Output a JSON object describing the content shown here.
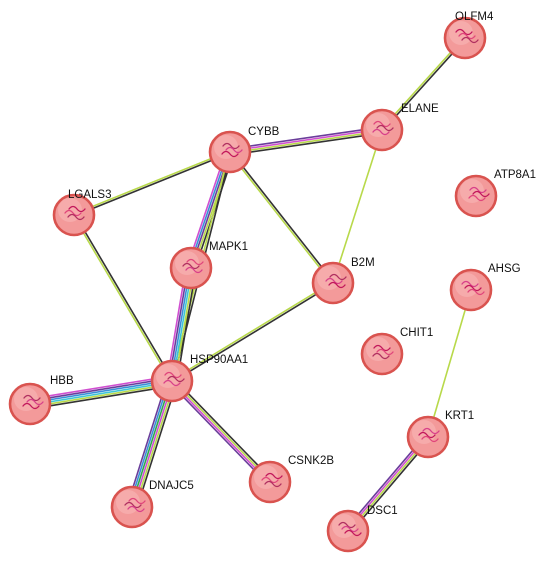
{
  "network": {
    "colors": {
      "node_fill": "#f39a9a",
      "node_stroke": "#d9534f",
      "label_text": "#111111",
      "edge_black": "#333333",
      "edge_yellow_green": "#b8d94a",
      "edge_magenta": "#d04fd0",
      "edge_purple": "#6a3d9a",
      "edge_blue": "#3a8fd8",
      "edge_cyan": "#3ec5d6",
      "edge_green": "#2fa84f"
    },
    "nodes": [
      {
        "id": "OLFM4",
        "label": "OLFM4",
        "structure": "protein-structure-ribbon"
      },
      {
        "id": "ELANE",
        "label": "ELANE",
        "structure": "protein-structure-ribbon"
      },
      {
        "id": "CYBB",
        "label": "CYBB",
        "structure": "protein-structure-ribbon"
      },
      {
        "id": "ATP8A1",
        "label": "ATP8A1",
        "structure": "protein-structure-ribbon"
      },
      {
        "id": "LGALS3",
        "label": "LGALS3",
        "structure": "protein-structure-ribbon"
      },
      {
        "id": "MAPK1",
        "label": "MAPK1",
        "structure": "protein-structure-ribbon"
      },
      {
        "id": "B2M",
        "label": "B2M",
        "structure": "protein-structure-ribbon"
      },
      {
        "id": "AHSG",
        "label": "AHSG",
        "structure": "protein-structure-ribbon"
      },
      {
        "id": "CHIT1",
        "label": "CHIT1",
        "structure": "protein-structure-ribbon"
      },
      {
        "id": "HSP90AA1",
        "label": "HSP90AA1",
        "structure": "protein-structure-ribbon"
      },
      {
        "id": "HBB",
        "label": "HBB",
        "structure": "protein-structure-ribbon"
      },
      {
        "id": "KRT1",
        "label": "KRT1",
        "structure": "protein-structure-ribbon"
      },
      {
        "id": "CSNK2B",
        "label": "CSNK2B",
        "structure": "protein-structure-ribbon"
      },
      {
        "id": "DNAJC5",
        "label": "DNAJC5",
        "structure": "protein-structure-ribbon"
      },
      {
        "id": "DSC1",
        "label": "DSC1",
        "structure": "protein-structure-ribbon"
      }
    ],
    "edges": [
      {
        "source": "OLFM4",
        "target": "ELANE",
        "evidence": [
          "black",
          "yellow_green"
        ]
      },
      {
        "source": "ELANE",
        "target": "CYBB",
        "evidence": [
          "black",
          "yellow_green",
          "magenta",
          "purple"
        ]
      },
      {
        "source": "ELANE",
        "target": "B2M",
        "evidence": [
          "yellow_green"
        ]
      },
      {
        "source": "CYBB",
        "target": "LGALS3",
        "evidence": [
          "black",
          "yellow_green"
        ]
      },
      {
        "source": "CYBB",
        "target": "MAPK1",
        "evidence": [
          "black",
          "yellow_green",
          "purple",
          "blue",
          "magenta"
        ]
      },
      {
        "source": "CYBB",
        "target": "B2M",
        "evidence": [
          "black",
          "yellow_green"
        ]
      },
      {
        "source": "CYBB",
        "target": "HSP90AA1",
        "evidence": [
          "black",
          "yellow_green"
        ]
      },
      {
        "source": "LGALS3",
        "target": "HSP90AA1",
        "evidence": [
          "black",
          "yellow_green"
        ]
      },
      {
        "source": "MAPK1",
        "target": "HSP90AA1",
        "evidence": [
          "black",
          "yellow_green",
          "cyan",
          "blue",
          "purple",
          "magenta"
        ]
      },
      {
        "source": "B2M",
        "target": "HSP90AA1",
        "evidence": [
          "black",
          "yellow_green"
        ]
      },
      {
        "source": "HSP90AA1",
        "target": "HBB",
        "evidence": [
          "black",
          "yellow_green",
          "cyan",
          "blue",
          "purple",
          "magenta"
        ]
      },
      {
        "source": "HSP90AA1",
        "target": "DNAJC5",
        "evidence": [
          "black",
          "yellow_green",
          "magenta",
          "green",
          "blue",
          "purple"
        ]
      },
      {
        "source": "HSP90AA1",
        "target": "CSNK2B",
        "evidence": [
          "black",
          "yellow_green",
          "magenta",
          "purple"
        ]
      },
      {
        "source": "AHSG",
        "target": "KRT1",
        "evidence": [
          "yellow_green"
        ]
      },
      {
        "source": "KRT1",
        "target": "DSC1",
        "evidence": [
          "black",
          "yellow_green",
          "magenta",
          "purple"
        ]
      }
    ]
  }
}
